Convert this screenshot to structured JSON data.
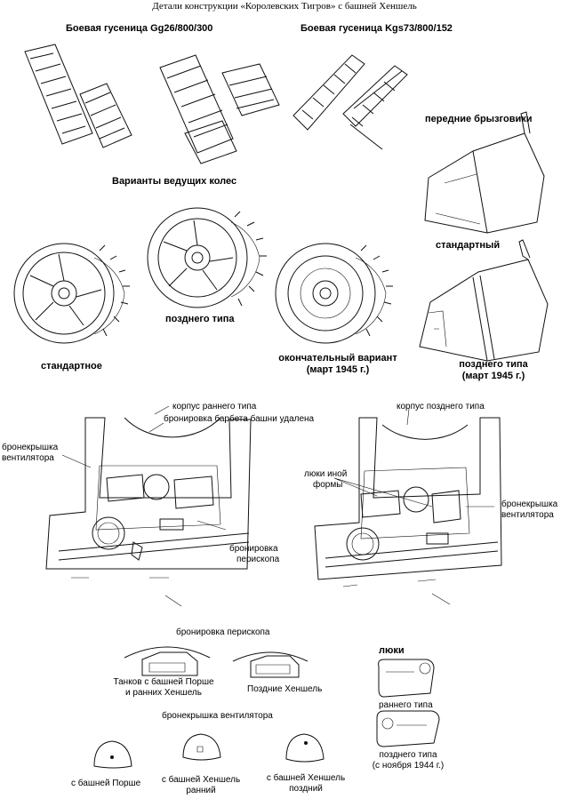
{
  "title": "Детали конструкции «Королевских Тигров» с башней Хеншель",
  "tracks": {
    "gg": "Боевая гусеница Gg26/800/300",
    "kgs": "Боевая гусеница Kgs73/800/152"
  },
  "sprockets": {
    "heading": "Варианты ведущих колес",
    "standard": "стандартное",
    "late": "позднего типа",
    "final_line1": "окончательный вариант",
    "final_line2": "(март 1945 г.)"
  },
  "mudguards": {
    "heading": "передние брызговики",
    "standard": "стандартный",
    "late_line1": "позднего типа",
    "late_line2": "(март 1945 г.)"
  },
  "hull_early": {
    "label1": "корпус раннего типа",
    "label2": "бронировка барбета башни удалена",
    "fan_line1": "бронекрышка",
    "fan_line2": "вентилятора",
    "peri_line1": "бронировка",
    "peri_line2": "перископа"
  },
  "hull_late": {
    "label": "корпус позднего типа",
    "hatch_line1": "люки иной",
    "hatch_line2": "формы",
    "fan_line1": "бронекрышка",
    "fan_line2": "вентилятора"
  },
  "periscope": {
    "heading": "бронировка перископа",
    "porsche_line1": "Танков с башней Порше",
    "porsche_line2": "и ранних Хеншель",
    "late": "Поздние Хеншель"
  },
  "hatches": {
    "heading": "люки",
    "early": "раннего типа",
    "late_line1": "позднего типа",
    "late_line2": "(с ноября 1944 г.)"
  },
  "fan_covers": {
    "heading": "бронекрышка вентилятора",
    "porsche": "с башней Порше",
    "henschel_early_line1": "с башней Хеншель",
    "henschel_early_line2": "ранний",
    "henschel_late_line1": "с башней Хеншель",
    "henschel_late_line2": "поздний"
  }
}
